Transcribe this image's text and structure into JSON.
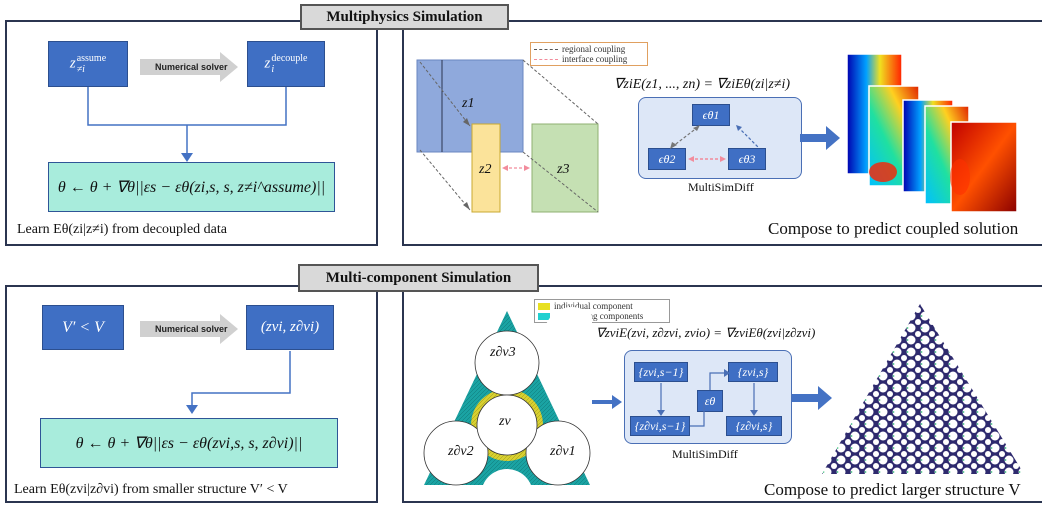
{
  "top": {
    "section_title": "Multiphysics Simulation",
    "left": {
      "box_assume": "z≠i^assume",
      "box_assume_main": "z",
      "box_assume_sup": "assume",
      "box_assume_sub": "≠i",
      "box_decouple_main": "z",
      "box_decouple_sup": "decouple",
      "box_decouple_sub": "i",
      "solver_label": "Numerical solver",
      "formula": "θ ← θ + ∇θ||εs − εθ(zi,s, s, z≠i^assume)||",
      "caption": "Learn Eθ(zi|z≠i) from decoupled data"
    },
    "right": {
      "legend": [
        "regional coupling",
        "interface coupling"
      ],
      "z1": "z1",
      "z2": "z2",
      "z3": "z3",
      "energy_eq": "∇ziE(z1, ..., zn) = ∇ziEθ(zi|z≠i)",
      "eps1": "ϵθ1",
      "eps2": "ϵθ2",
      "eps3": "ϵθ3",
      "model_name": "MultiSimDiff",
      "caption": "Compose to predict coupled solution"
    }
  },
  "bottom": {
    "section_title": "Multi-component Simulation",
    "left": {
      "box_v": "V′ < V",
      "box_z": "(zvi, z∂vi)",
      "solver_label": "Numerical solver",
      "formula": "θ ← θ + ∇θ||εs − εθ(zvi,s, s, z∂vi)||",
      "caption": "Learn Eθ(zvi|z∂vi) from smaller structure V′ < V"
    },
    "right": {
      "legend": [
        "individual component",
        "surrounding components"
      ],
      "z_center": "zv",
      "z_top": "z∂v3",
      "z_left": "z∂v2",
      "z_right": "z∂v1",
      "energy_eq": "∇zviE(zvi, z∂zvi, zvio) = ∇zviEθ(zvi|z∂zvi)",
      "b1": "{zvi,s−1}",
      "b2": "{zvi,s}",
      "b3": "{z∂vi,s−1}",
      "b4": "{z∂vi,s}",
      "eps": "εθ",
      "model_name": "MultiSimDiff",
      "caption": "Compose to predict larger structure V"
    }
  },
  "colors": {
    "blue_box": "#3f6fc4",
    "teal_box": "#a8ecdc",
    "panel_border": "#2b3550",
    "z1": "#8fa9dc",
    "z2": "#fbe39a",
    "z3": "#c5e0b3",
    "teal_mesh": "#1aa3a3",
    "yellow_mesh": "#d8d030",
    "arrow": "#4472c4"
  }
}
